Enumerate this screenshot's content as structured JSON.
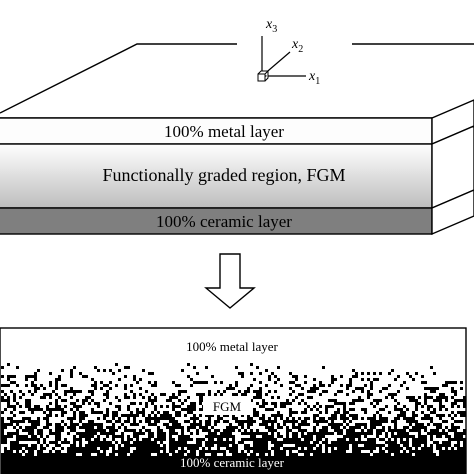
{
  "layered_plate": {
    "metal_layer_label": "100% metal layer",
    "fgm_region_label": "Functionally graded region, FGM",
    "ceramic_layer_label": "100% ceramic layer",
    "colors": {
      "metal_face": "#fdfdfd",
      "fgm_face_top": "#ffffff",
      "fgm_face_bottom": "#bdbdbd",
      "ceramic_face": "#7f7f7f",
      "outline": "#000000"
    }
  },
  "axes": {
    "x1_label": "x",
    "x1_sub": "1",
    "x2_label": "x",
    "x2_sub": "2",
    "x3_label": "x",
    "x3_sub": "3"
  },
  "microstructure": {
    "metal_layer_label": "100% metal layer",
    "fgm_label": "FGM",
    "ceramic_layer_label": "100% ceramic layer",
    "colors": {
      "metal": "#ffffff",
      "ceramic": "#000000"
    }
  }
}
